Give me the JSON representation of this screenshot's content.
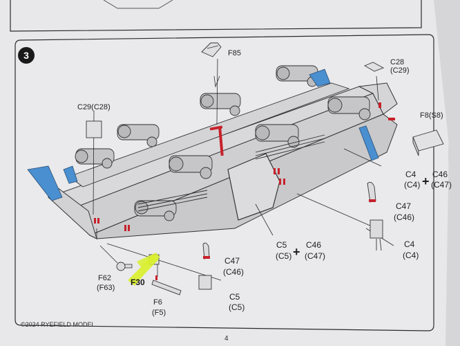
{
  "step_number": "3",
  "labels": {
    "f85": "F85",
    "c28": "C28",
    "c29_paren": "(C29)",
    "c29_c28": "C29(C28)",
    "f8_s8": "F8(S8)",
    "c4_a": "C4",
    "c4_a_paren": "(C4)",
    "c46_a": "C46",
    "c47_a_paren": "(C47)",
    "c47_b": "C47",
    "c46_b_paren": "(C46)",
    "c4_b": "C4",
    "c4_b_paren": "(C4)",
    "c5_a": "C5",
    "c5_a_paren": "(C5)",
    "c46_c": "C46",
    "c47_c_paren": "(C47)",
    "c47_d": "C47",
    "c46_d_paren": "(C46)",
    "c5_b": "C5",
    "c5_b_paren": "(C5)",
    "f62": "F62",
    "f63_paren": "(F63)",
    "f30": "F30",
    "f6": "F6",
    "f5_paren": "(F5)",
    "plus": "+"
  },
  "footer": {
    "copyright": "©2024 RYEFIELD MODEL",
    "page_number": "4"
  },
  "colors": {
    "paper": "#e6e6e8",
    "ink": "#2a2a2a",
    "blue_parts": "#4a8fd0",
    "red_marks": "#c8202a",
    "highlighter": "#d9f02a",
    "step_circle": "#1a1a1a"
  }
}
